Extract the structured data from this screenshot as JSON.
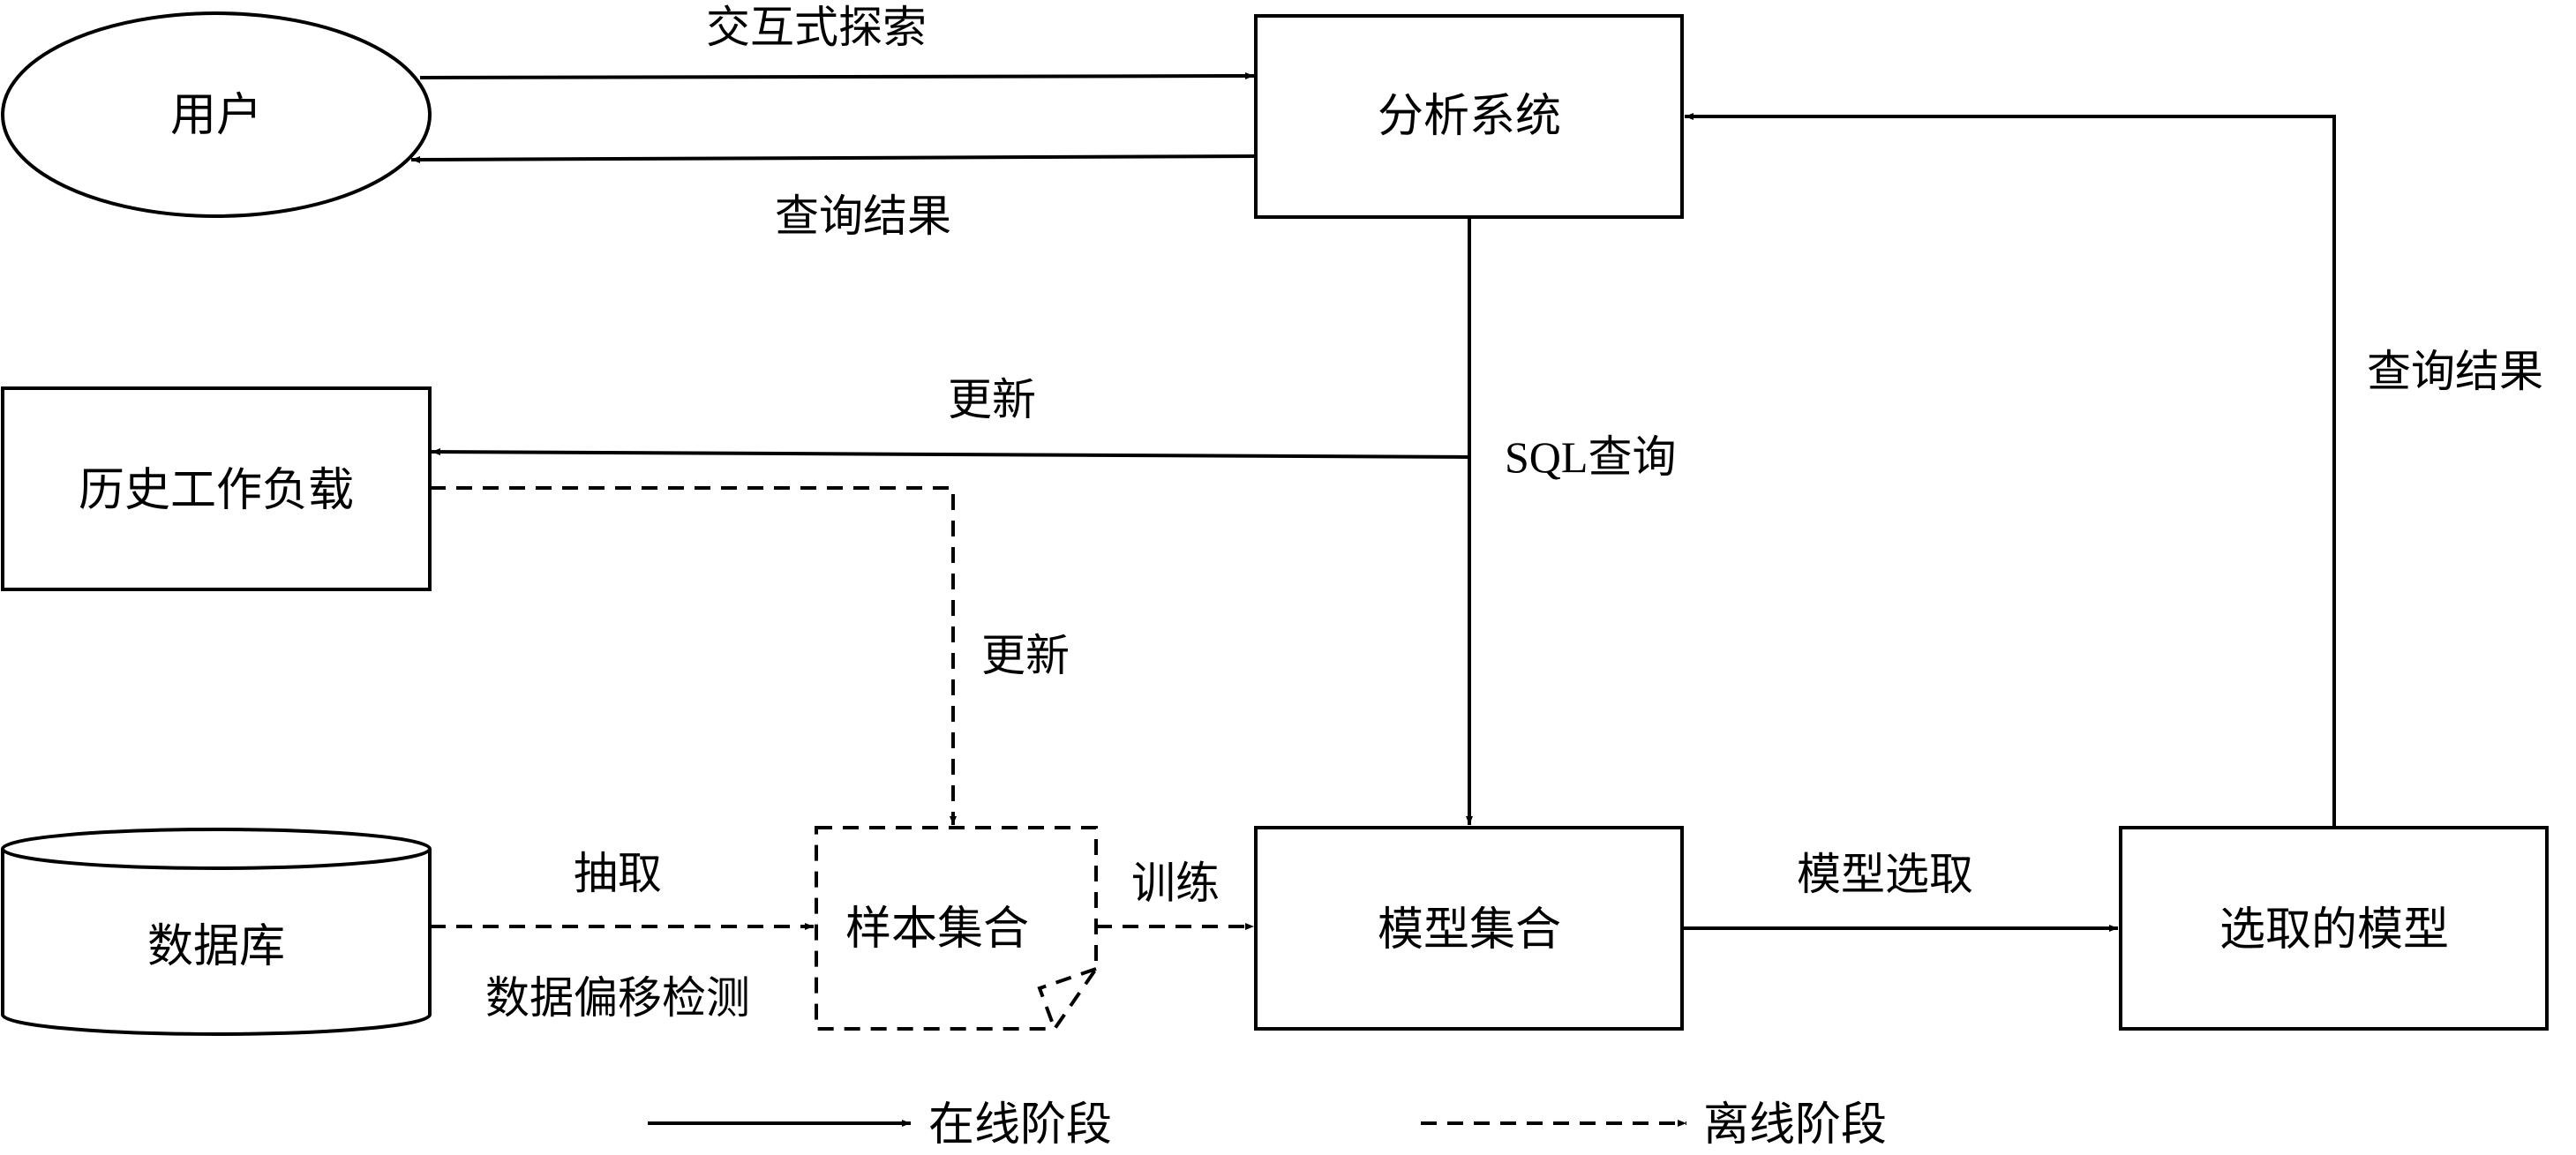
{
  "nodes": {
    "user": "用户",
    "analysis_system": "分析系统",
    "history_workload": "历史工作负载",
    "database": "数据库",
    "sample_set": "样本集合",
    "model_set": "模型集合",
    "selected_model": "选取的模型"
  },
  "edges": {
    "interactive_explore": "交互式探索",
    "query_result_user": "查询结果",
    "update_history": "更新",
    "sql_query": "SQL查询",
    "query_result_right": "查询结果",
    "update_sample": "更新",
    "extract": "抽取",
    "drift_detection": "数据偏移检测",
    "train": "训练",
    "model_select": "模型选取"
  },
  "legend": {
    "online": "在线阶段",
    "offline": "离线阶段"
  }
}
